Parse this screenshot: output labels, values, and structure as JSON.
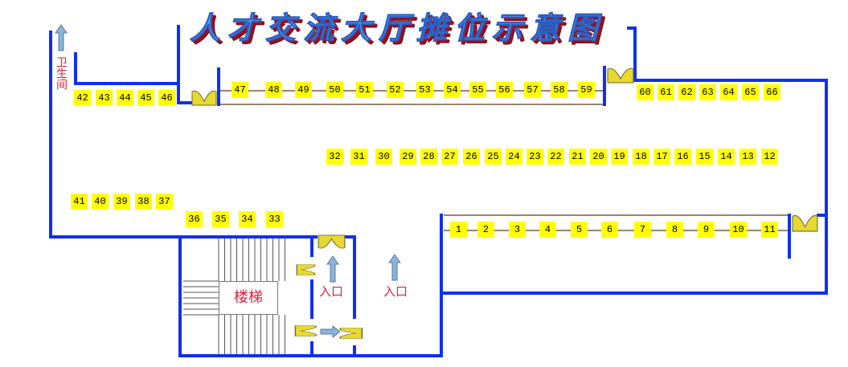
{
  "title": "人才交流大厅摊位示意图",
  "labels": {
    "restroom": "卫生间",
    "stairs": "楼梯",
    "entrance_1": "入口",
    "entrance_2": "入口"
  },
  "booth_rows": {
    "top_left": [
      "42",
      "43",
      "44",
      "45",
      "46"
    ],
    "top_corridor": [
      "47",
      "48",
      "49",
      "50",
      "51",
      "52",
      "53",
      "54",
      "55",
      "56",
      "57",
      "58",
      "59"
    ],
    "top_right": [
      "60",
      "61",
      "62",
      "63",
      "64",
      "65",
      "66"
    ],
    "middle": [
      "32",
      "31",
      "30",
      "29",
      "28",
      "27",
      "26",
      "25",
      "24",
      "23",
      "22",
      "21",
      "20",
      "19",
      "18",
      "17",
      "16",
      "15",
      "14",
      "13",
      "12"
    ],
    "left_lower": [
      "41",
      "40",
      "39",
      "38",
      "37"
    ],
    "stair_top": [
      "36",
      "35",
      "34",
      "33"
    ],
    "bottom_corridor": [
      "1",
      "2",
      "3",
      "4",
      "5",
      "6",
      "7",
      "8",
      "9",
      "10",
      "11"
    ]
  },
  "colors": {
    "wall": "#1030f0",
    "booth": "#ffff00",
    "door": "#e8d830",
    "arrow": "#8ab4dc",
    "text_red": "#e0203a"
  }
}
